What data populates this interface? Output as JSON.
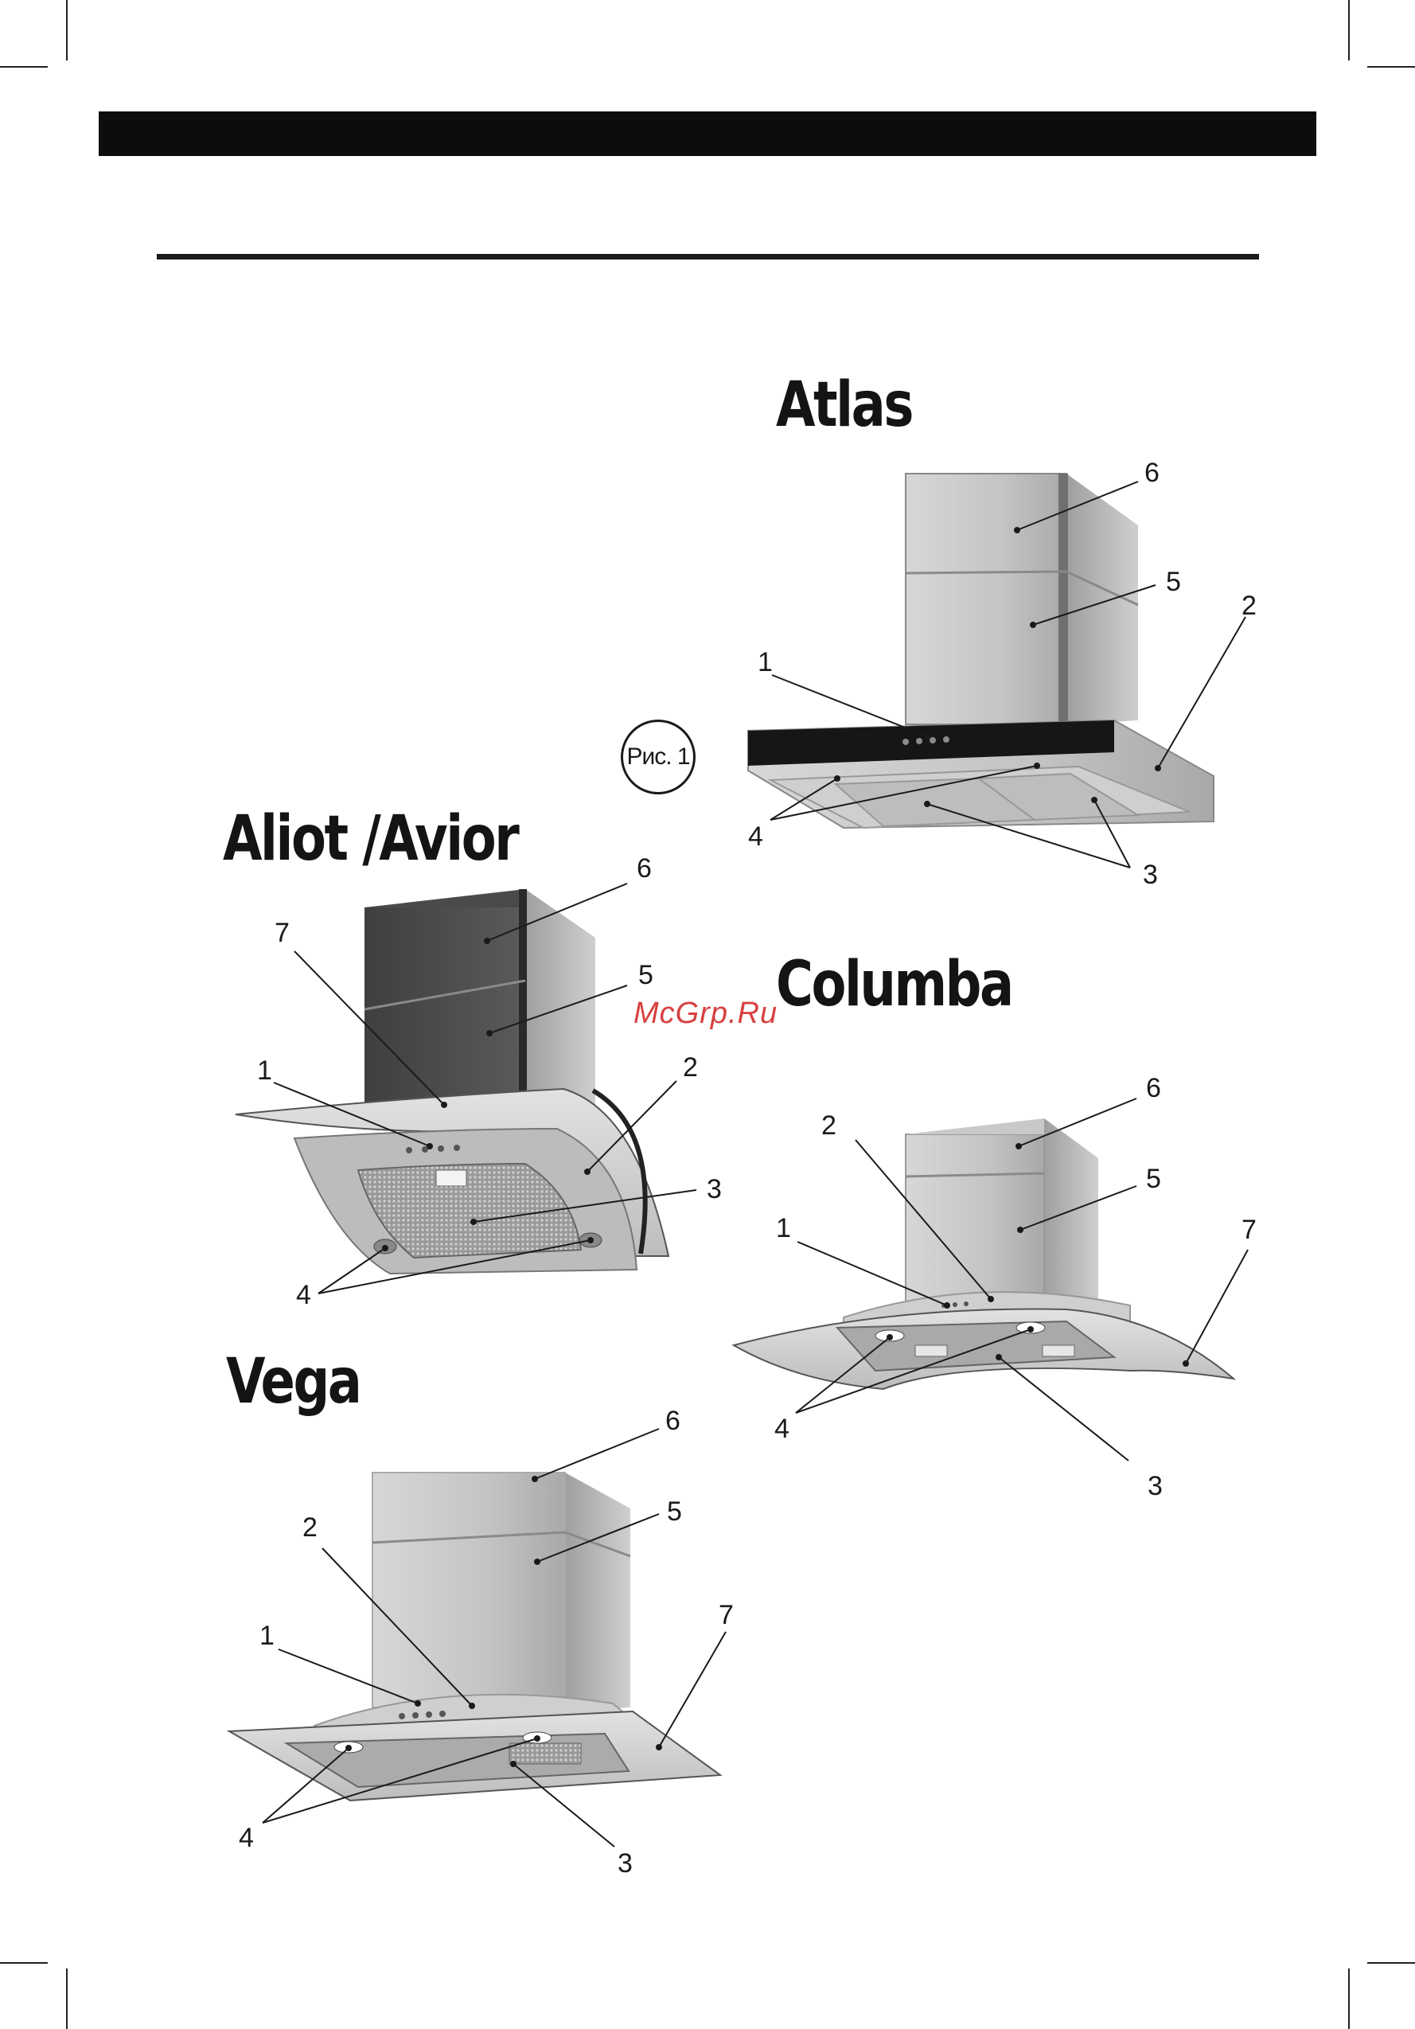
{
  "titles": {
    "atlas": "Atlas",
    "aliot_avior": "Aliot /Avior",
    "columba": "Columba",
    "vega": "Vega"
  },
  "figure_label": "Рис. 1",
  "watermark": "McGrp.Ru",
  "callouts": {
    "atlas": [
      "6",
      "5",
      "2",
      "1",
      "4",
      "3"
    ],
    "aliot": [
      "6",
      "7",
      "5",
      "1",
      "2",
      "3",
      "4"
    ],
    "columba": [
      "6",
      "2",
      "5",
      "1",
      "7",
      "4",
      "3"
    ],
    "vega": [
      "6",
      "5",
      "2",
      "7",
      "1",
      "4",
      "3"
    ]
  }
}
